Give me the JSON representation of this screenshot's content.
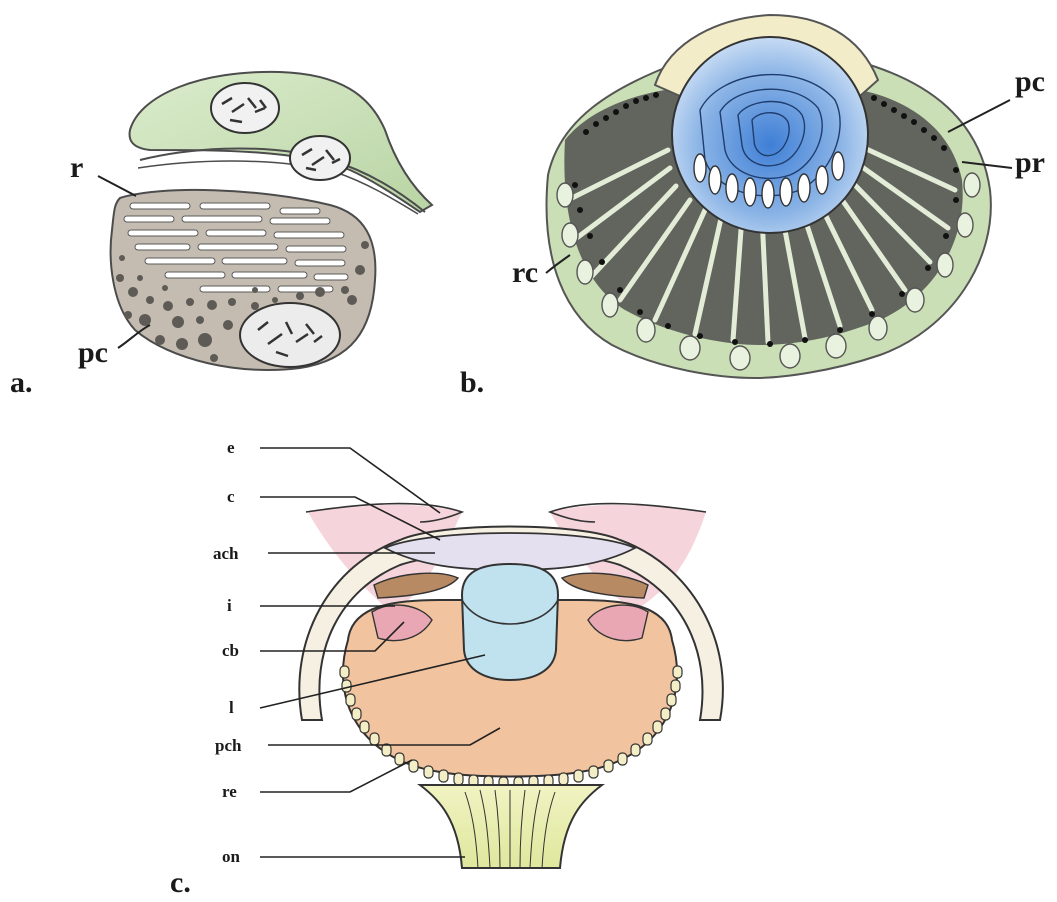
{
  "panels": {
    "a": {
      "caption": "a.",
      "labels": {
        "r": "r",
        "pc": "pc"
      }
    },
    "b": {
      "caption": "b.",
      "labels": {
        "pc": "pc",
        "pr": "pr",
        "rc": "rc"
      }
    },
    "c": {
      "caption": "c.",
      "labels": {
        "e": "e",
        "c": "c",
        "ach": "ach",
        "i": "i",
        "cb": "cb",
        "l": "l",
        "pch": "pch",
        "re": "re",
        "on": "on"
      }
    }
  },
  "colors": {
    "green_cell": "#cfe3bf",
    "pigment_cell": "#b9b2a6",
    "lens_blue": "#7aa9e0",
    "cap_cream": "#f3ecc8",
    "eyelid_pink": "#f2c7cf",
    "anterior_chamber": "#e4e0ef",
    "wall_cream": "#f6f0e3",
    "iris_brown": "#b88a64",
    "ciliary_pink": "#e8a7b2",
    "posterior_chamber": "#f2c39f",
    "lens_light_blue": "#bfe2ee",
    "retina_cream": "#f4eec7",
    "optic_nerve": "#e3eba8"
  }
}
